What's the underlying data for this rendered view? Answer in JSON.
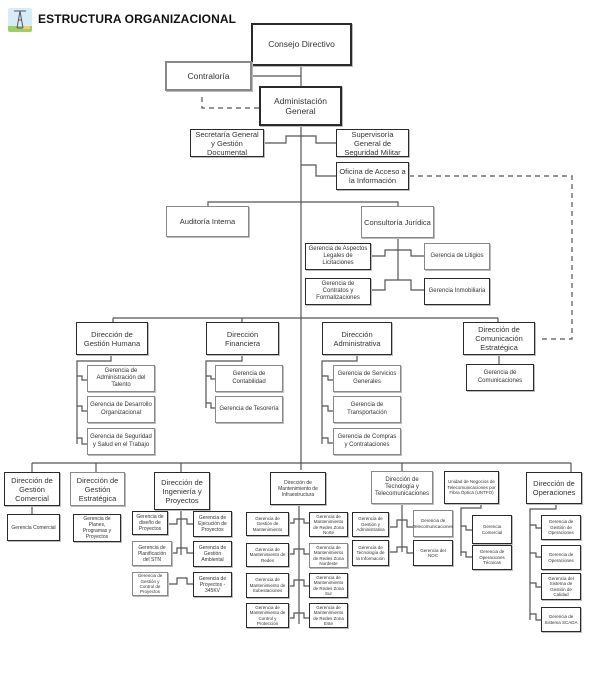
{
  "header": {
    "title": "ESTRUCTURA ORGANIZACIONAL",
    "logo_icon": "transmission-tower-logo"
  },
  "top": {
    "consejo": "Consejo Directivo",
    "contraloria": "Contraloría",
    "administracion": "Administación General",
    "secretaria": "Secretaría General y Gestión Documental",
    "supervisoria": "Supervisoría General de Seguridad Militar",
    "oficina_acceso": "Oficina de Acceso a la Información",
    "auditoria": "Auditoría Interna",
    "consultoria": "Consultoría Jurídica",
    "g_aspectos_legales": "Gerencia de Aspectos Legales de Licitaciones",
    "g_litigios": "Gerencia de Litigios",
    "g_contratos": "Gerencia de Contratos y Formalizaciones",
    "g_inmobiliaria": "Gerencia Inmobiliaria"
  },
  "mid": {
    "gestion_humana": {
      "name": "Dirección de Gestión Humana",
      "units": [
        "Gerencia de Administración del Talento",
        "Gerencia de Desarrollo Organizacional",
        "Gerencia de Seguridad y Salud en el Trabajo"
      ]
    },
    "financiera": {
      "name": "Dirección Financiera",
      "units": [
        "Gerencia de Contabilidad",
        "Gerencia de Tesorería"
      ]
    },
    "administrativa": {
      "name": "Dirección Administrativa",
      "units": [
        "Gerencia de Servicios Generales",
        "Gerencia de Transportación",
        "Gerencia de Compras y Contrataciones"
      ]
    },
    "comunicacion": {
      "name": "Dirección de Comunicación Estratégica",
      "units": [
        "Gerencia de Comunicaciones"
      ]
    }
  },
  "bottom": {
    "comercial": {
      "name": "Dirección de Gestión Comercial",
      "units": [
        "Gerencia Comercial"
      ]
    },
    "estrategica": {
      "name": "Dirección de Gestión Estratégica",
      "units": [
        "Gerencia de Planes, Programas y Proyectos"
      ]
    },
    "ingenieria": {
      "name": "Dirección de Ingeniería y Proyectos",
      "units": [
        "Gerencia de diseño de Proyectos",
        "Gerencia de Ejecución de Proyectos",
        "Gerencia de Planificación del STN",
        "Gerencia de Gestión Ambiental",
        "Gerencia de Gestión y Control de Proyectos",
        "Gerencia de Proyectos - 345KV"
      ]
    },
    "mantenimiento": {
      "name": "Dirección de Mantenimiento de Infraestructura",
      "units": [
        "Gerencia de Gestión de Mantenimiento",
        "Gerencia de Mantenimiento de Redes Zona Norte",
        "Gerencia de Mantenimiento de Redes",
        "Gerencia de Mantenimiento de Redes Zona Nordeste",
        "Gerencia de Mantenimiento de Subestaciones",
        "Gerencia de Mantenimiento de Redes Zona Sur",
        "Gerencia de Mantenimiento de Control y Protección",
        "Gerencia de Mantenimiento de Redes Zona Este"
      ]
    },
    "tecnologia": {
      "name": "Dirección de Tecnología y Telecomunicaciones",
      "units": [
        "Gerencia de Gestión y Administrativa",
        "Gerencia de Telecomunicaciones",
        "Gerencia de Tecnología de la Información",
        "Gerencia del NOC"
      ]
    },
    "untfo": {
      "name": "Unidad de Negocios de Telecomunicaciones por Fibra Óptica (UNTFO)",
      "units": [
        "Gerencia Comercial",
        "Gerencia de Operaciones Técnicas"
      ]
    },
    "operaciones": {
      "name": "Dirección de Operaciones",
      "units": [
        "Gerencia de Gestión de Operaciones",
        "Gerencia de Operaciones",
        "Gerencia del Sistema de Gestión de Calidad",
        "Gerencia de Sistema SCADA"
      ]
    }
  },
  "colors": {
    "line": "#555555",
    "border": "#2a2a2a",
    "text": "#333333"
  }
}
